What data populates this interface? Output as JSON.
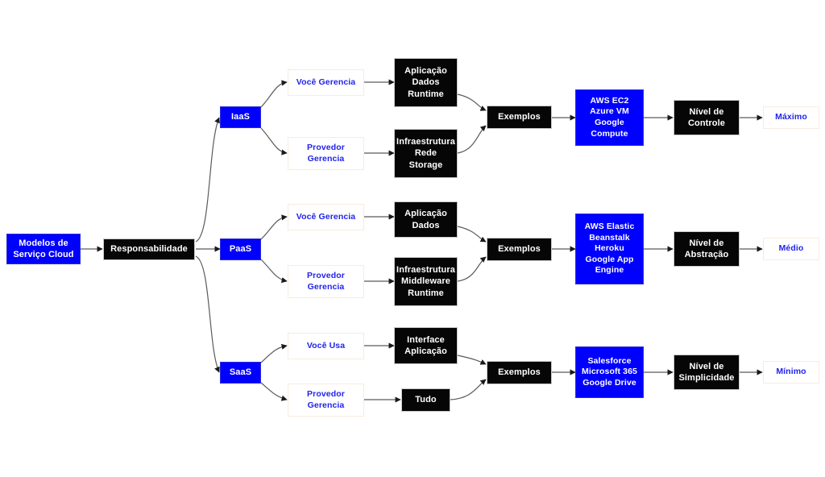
{
  "diagram": {
    "title_node": "Modelos de\nServiço Cloud",
    "root": "Responsabilidade",
    "colors": {
      "blue": "#0000FF",
      "black": "#060606",
      "outline_border": "#F6ECE0",
      "blue_text": "#2222EE",
      "edge": "#5A5A5A",
      "background": "#FFFFFF"
    },
    "tiers": [
      {
        "key": "iaas",
        "model": "IaaS",
        "you": "Você Gerencia",
        "you_detail": "Aplicação\nDados\nRuntime",
        "provider": "Provedor\nGerencia",
        "provider_detail": "Infraestrutura\nRede\nStorage",
        "examples_label": "Exemplos",
        "examples": "AWS EC2\nAzure VM\nGoogle\nCompute",
        "outcome": "Nível de\nControle",
        "level": "Máximo"
      },
      {
        "key": "paas",
        "model": "PaaS",
        "you": "Você Gerencia",
        "you_detail": "Aplicação\nDados",
        "provider": "Provedor\nGerencia",
        "provider_detail": "Infraestrutura\nMiddleware\nRuntime",
        "examples_label": "Exemplos",
        "examples": "AWS Elastic\nBeanstalk\nHeroku\nGoogle App\nEngine",
        "outcome": "Nível de\nAbstração",
        "level": "Médio"
      },
      {
        "key": "saas",
        "model": "SaaS",
        "you": "Você Usa",
        "you_detail": "Interface\nAplicação",
        "provider": "Provedor\nGerencia",
        "provider_detail": "Tudo",
        "examples_label": "Exemplos",
        "examples": "Salesforce\nMicrosoft 365\nGoogle Drive",
        "outcome": "Nível de\nSimplicidade",
        "level": "Mínimo"
      }
    ]
  }
}
